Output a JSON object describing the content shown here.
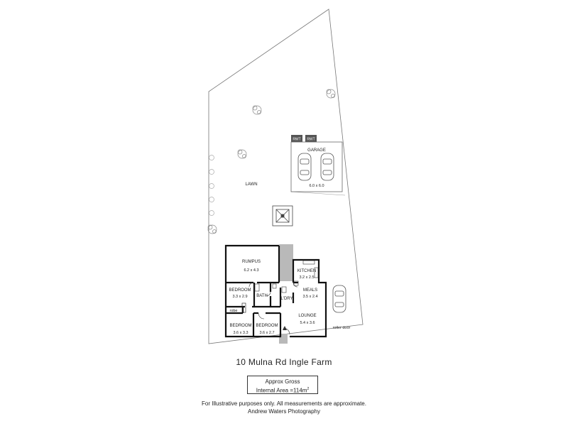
{
  "rooms": {
    "garage": {
      "name": "GARAGE",
      "dim": "6.0 x 6.0"
    },
    "rwt1": "RWT",
    "rwt2": "RWT",
    "lawn": "LAWN",
    "rumpus": {
      "name": "RUMPUS",
      "dim": "6.2 x 4.3"
    },
    "kitchen": {
      "name": "KITCHEN",
      "dim": "3.2 x 2.5"
    },
    "meals": {
      "name": "MEALS",
      "dim": "3.5 x 2.4"
    },
    "bed1": {
      "name": "BEDROOM",
      "dim": "3.3 x 2.9"
    },
    "bath": "BATH",
    "ldry": "L'DRY",
    "robe": "robe",
    "bed2": {
      "name": "BEDROOM",
      "dim": "3.6 x 3.3"
    },
    "bed3": {
      "name": "BEDROOM",
      "dim": "3.6 x 2.7"
    },
    "lounge": {
      "name": "LOUNGE",
      "dim": "5.4 x 3.6"
    },
    "roller_door": "roller door"
  },
  "footer": {
    "address": "10 Mulna Rd Ingle Farm",
    "area_line1": "Approx Gross",
    "area_line2_prefix": "Internal Area =114m",
    "area_sup": "2",
    "disclaimer": "For Illustrative purposes only.  All measurements are approximate.",
    "credit": "Andrew Waters Photography"
  }
}
